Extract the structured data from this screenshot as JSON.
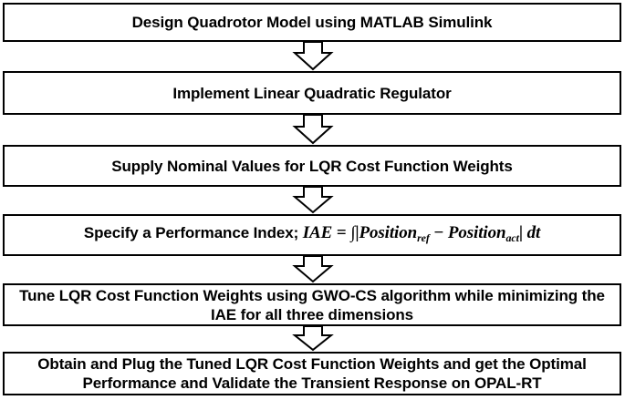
{
  "flowchart": {
    "steps": [
      {
        "text": "Design Quadrotor Model using MATLAB Simulink"
      },
      {
        "text": "Implement Linear Quadratic Regulator"
      },
      {
        "text": "Supply Nominal Values for LQR Cost Function Weights"
      },
      {
        "text": "Specify a Performance Index;",
        "formula": {
          "lhs": "IAE",
          "equals": "=",
          "integral": "∫",
          "bar": "|",
          "term1": "Position",
          "term1_sub": "ref",
          "minus": "−",
          "term2": "Position",
          "term2_sub": "act",
          "differential": "dt"
        }
      },
      {
        "text": "Tune LQR Cost Function Weights using GWO-CS algorithm while minimizing the IAE for all three dimensions"
      },
      {
        "text": "Obtain and Plug the Tuned LQR Cost Function Weights and get the Optimal Performance and Validate the Transient Response on OPAL-RT"
      }
    ]
  }
}
